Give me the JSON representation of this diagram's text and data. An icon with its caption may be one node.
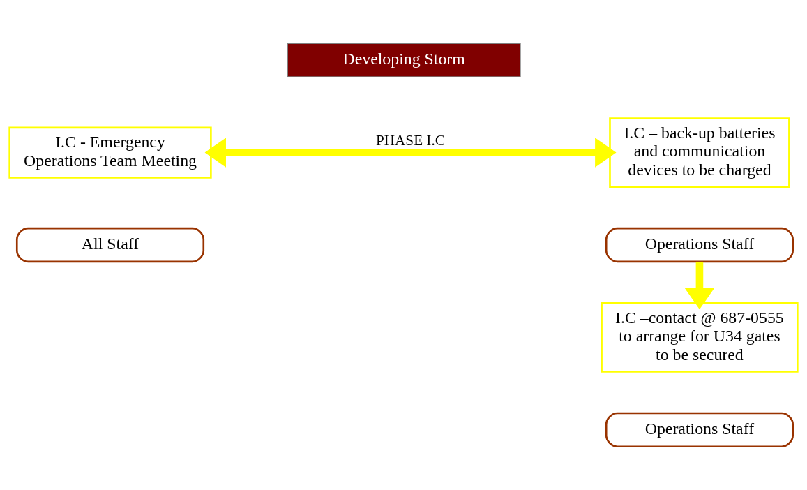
{
  "diagram": {
    "nodes": [
      {
        "text": [
          "Developing Storm"
        ]
      },
      {
        "text": [
          "I.C - Emergency Operations Team Meeting"
        ]
      },
      {
        "text": [
          "All Staff"
        ]
      },
      {
        "text": [
          "I.C – back-up batteries and communication devices to be charged"
        ]
      },
      {
        "text": [
          "Operations Staff"
        ]
      },
      {
        "text": [
          "I.C –contact @ 687-0555 to arrange for U34 gates to be secured"
        ]
      },
      {
        "text": [
          "Operations Staff"
        ]
      }
    ],
    "edges": [
      {
        "from": 1,
        "to": 3,
        "arrow": "both",
        "label": "PHASE I.C",
        "color": "#ffff00"
      },
      {
        "from": 4,
        "to": 5,
        "arrow": "to",
        "color": "#ffff00"
      }
    ]
  }
}
